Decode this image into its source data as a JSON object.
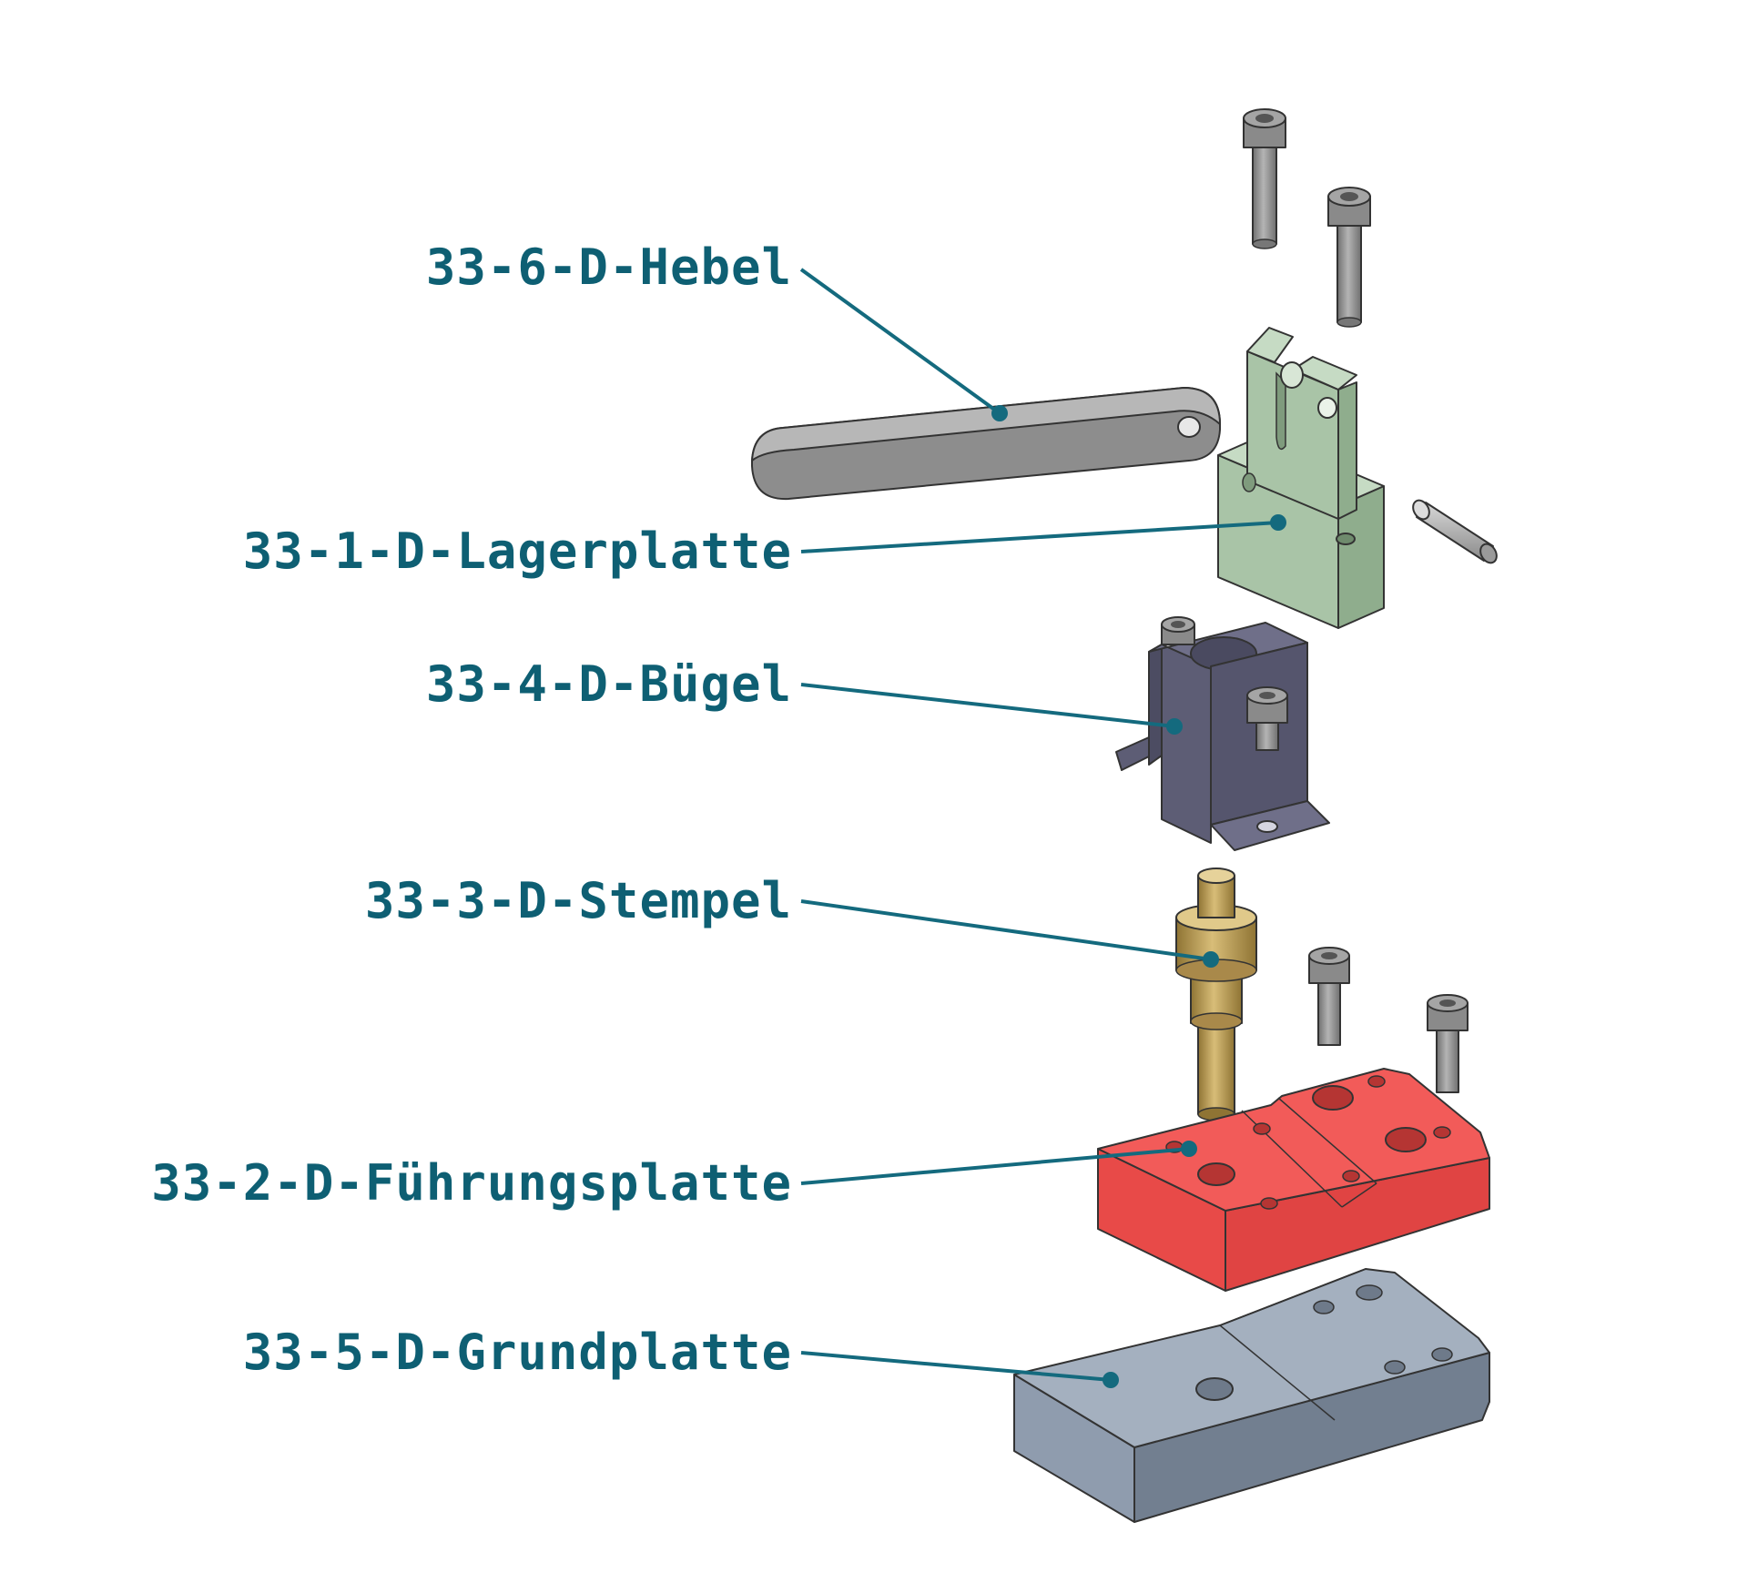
{
  "labels": {
    "hebel": "33-6-D-Hebel",
    "lagerplatte": "33-1-D-Lagerplatte",
    "buegel": "33-4-D-Bügel",
    "stempel": "33-3-D-Stempel",
    "fuehrungsplatte": "33-2-D-Führungsplatte",
    "grundplatte": "33-5-D-Grundplatte"
  },
  "colors": {
    "label_text": "#0e5f73",
    "leader": "#146a7e",
    "hebel": "#8d8d8d",
    "lagerplatte": "#a9c4a7",
    "buegel": "#5d5d75",
    "stempel": "#b89a55",
    "fuehrungsplatte": "#f0504f",
    "grundplatte": "#93a0b0",
    "screw": "#8a8a8a"
  }
}
